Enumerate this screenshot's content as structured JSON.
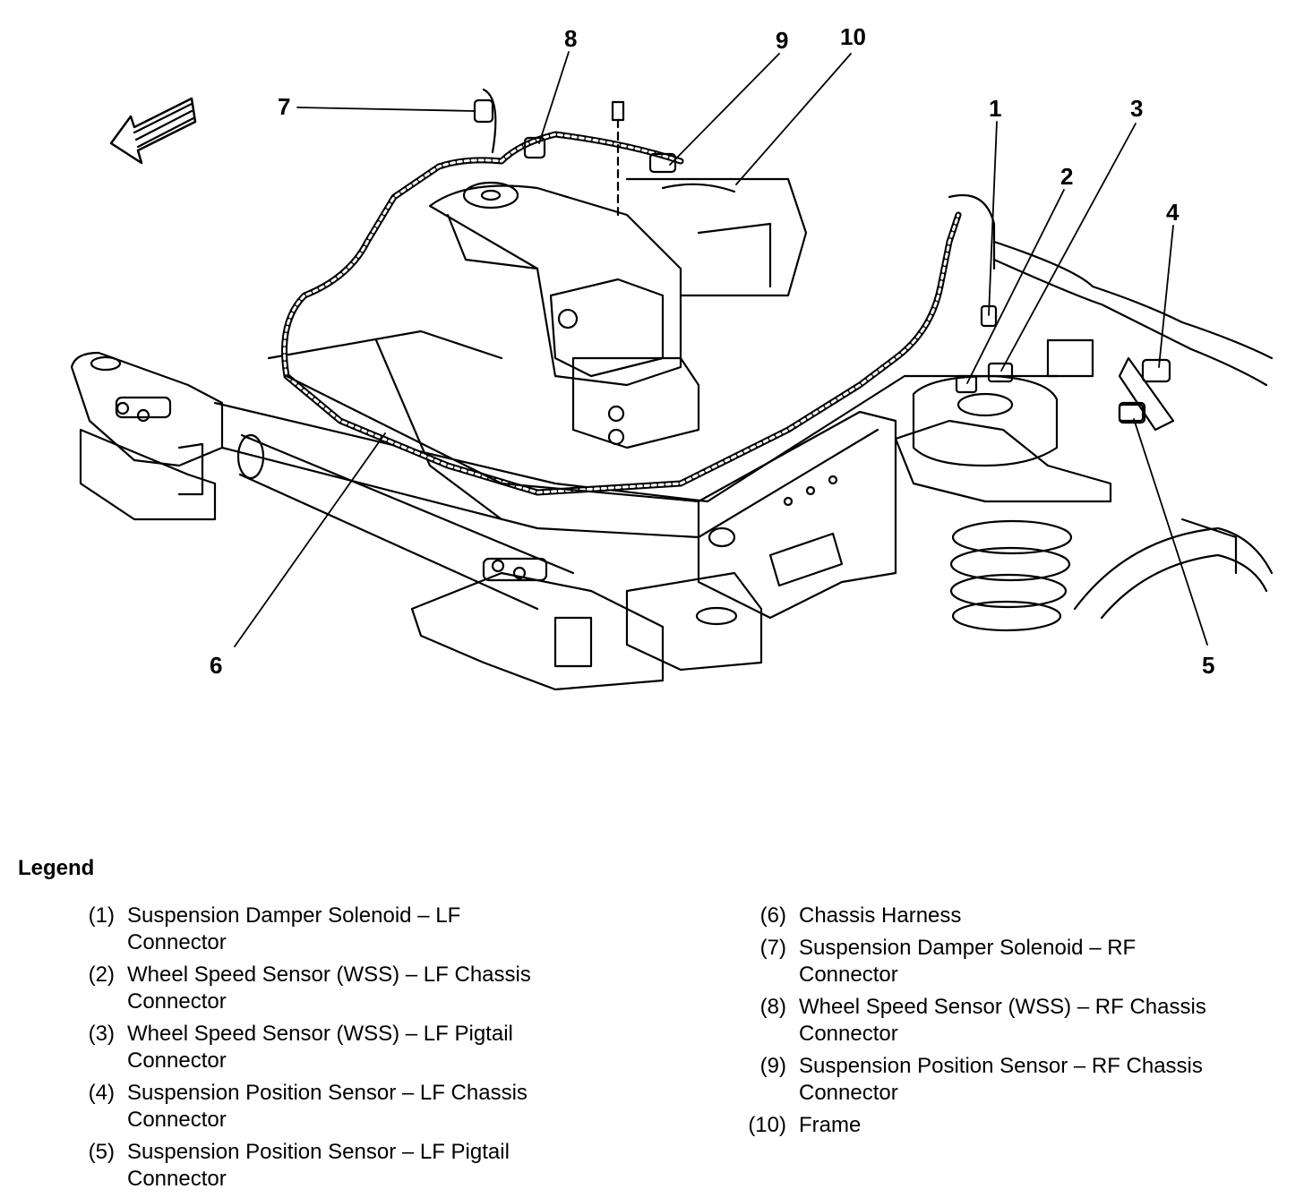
{
  "callouts": {
    "c1": "1",
    "c2": "2",
    "c3": "3",
    "c4": "4",
    "c5": "5",
    "c6": "6",
    "c7": "7",
    "c8": "8",
    "c9": "9",
    "c10": "10"
  },
  "legend": {
    "title": "Legend",
    "left": [
      {
        "num": "(1)",
        "desc": "Suspension Damper Solenoid – LF\nConnector"
      },
      {
        "num": "(2)",
        "desc": "Wheel Speed Sensor (WSS) – LF Chassis\nConnector"
      },
      {
        "num": "(3)",
        "desc": "Wheel Speed Sensor (WSS) – LF Pigtail\nConnector"
      },
      {
        "num": "(4)",
        "desc": "Suspension Position Sensor – LF Chassis\nConnector"
      },
      {
        "num": "(5)",
        "desc": "Suspension Position Sensor – LF Pigtail\nConnector"
      }
    ],
    "right": [
      {
        "num": "(6)",
        "desc": "Chassis Harness"
      },
      {
        "num": "(7)",
        "desc": "Suspension Damper Solenoid – RF\nConnector"
      },
      {
        "num": "(8)",
        "desc": "Wheel Speed Sensor (WSS) – RF Chassis\nConnector"
      },
      {
        "num": "(9)",
        "desc": "Suspension Position Sensor – RF Chassis\nConnector"
      },
      {
        "num": "(10)",
        "desc": "Frame"
      }
    ]
  }
}
